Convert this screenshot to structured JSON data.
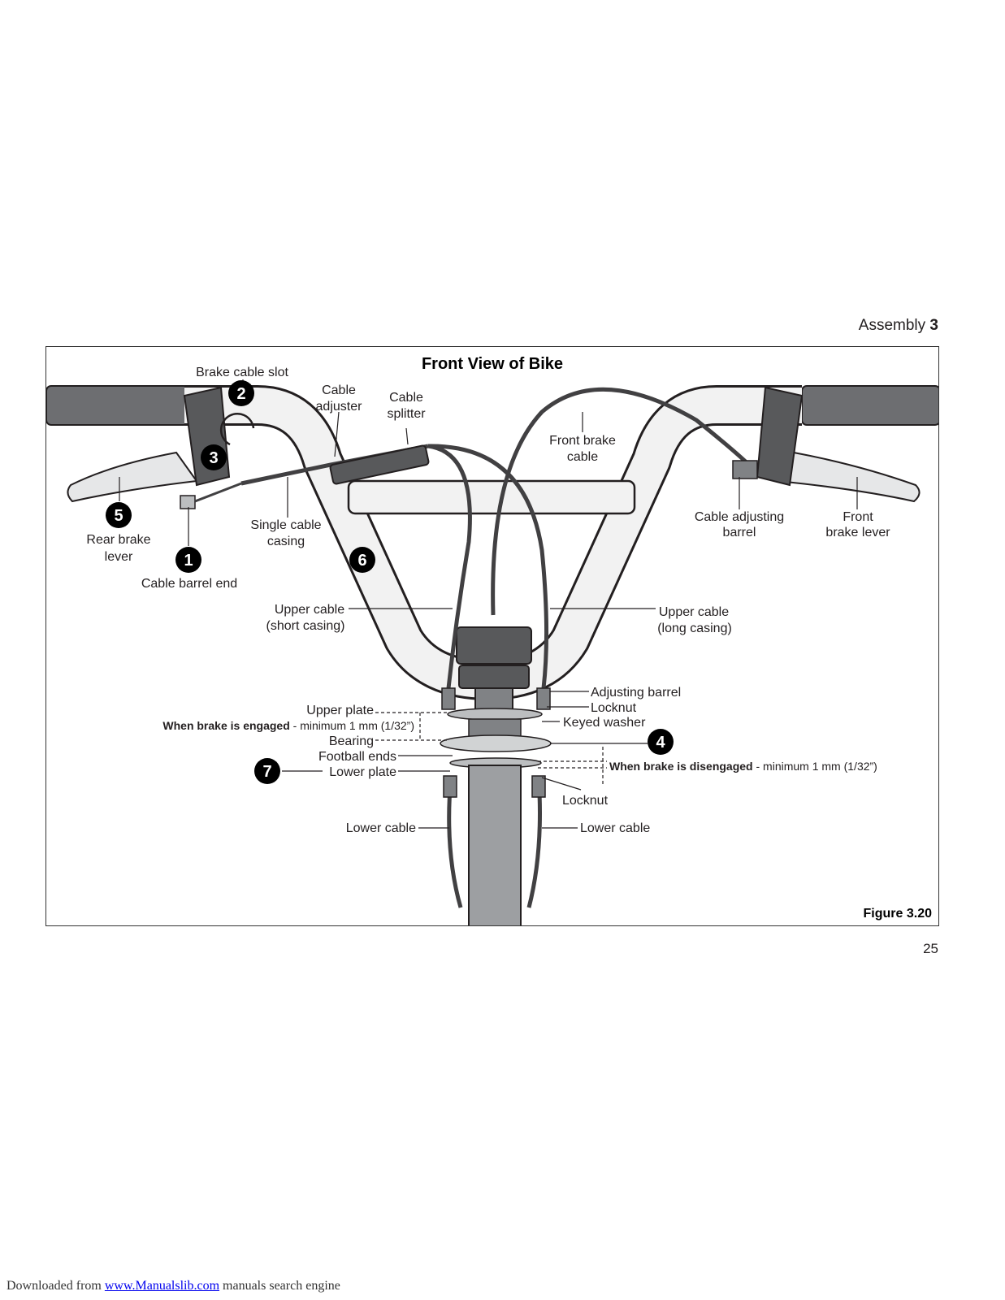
{
  "header": {
    "section": "Assembly",
    "chapter": "3"
  },
  "page_number": "25",
  "figure": {
    "title": "Front View of Bike",
    "caption": "Figure 3.20",
    "labels": {
      "brake_cable_slot": "Brake cable slot",
      "cable_adjuster_1": "Cable",
      "cable_adjuster_2": "adjuster",
      "cable_splitter_1": "Cable",
      "cable_splitter_2": "splitter",
      "front_brake_cable_1": "Front brake",
      "front_brake_cable_2": "cable",
      "rear_brake_lever_1": "Rear brake",
      "rear_brake_lever_2": "lever",
      "single_cable_casing_1": "Single cable",
      "single_cable_casing_2": "casing",
      "cable_barrel_end": "Cable barrel end",
      "cable_adjusting_barrel_1": "Cable adjusting",
      "cable_adjusting_barrel_2": "barrel",
      "front_brake_lever_1": "Front",
      "front_brake_lever_2": "brake lever",
      "upper_cable_short_1": "Upper cable",
      "upper_cable_short_2": "(short casing)",
      "upper_cable_long_1": "Upper cable",
      "upper_cable_long_2": "(long casing)",
      "adjusting_barrel": "Adjusting barrel",
      "locknut_upper": "Locknut",
      "keyed_washer": "Keyed washer",
      "upper_plate": "Upper plate",
      "engaged_bold": "When brake is engaged",
      "engaged_rest": " - minimum 1 mm (1/32”)",
      "bearing": "Bearing",
      "football_ends": "Football ends",
      "lower_plate": "Lower plate",
      "disengaged_bold": "When brake is disengaged",
      "disengaged_rest": " - minimum 1 mm (1/32”)",
      "locknut_lower": "Locknut",
      "lower_cable_left": "Lower cable",
      "lower_cable_right": "Lower cable"
    },
    "callouts": [
      "1",
      "2",
      "3",
      "4",
      "5",
      "6",
      "7"
    ]
  },
  "footer": {
    "prefix": "Downloaded from ",
    "link": "www.Manualslib.com",
    "suffix": "  manuals search engine"
  }
}
